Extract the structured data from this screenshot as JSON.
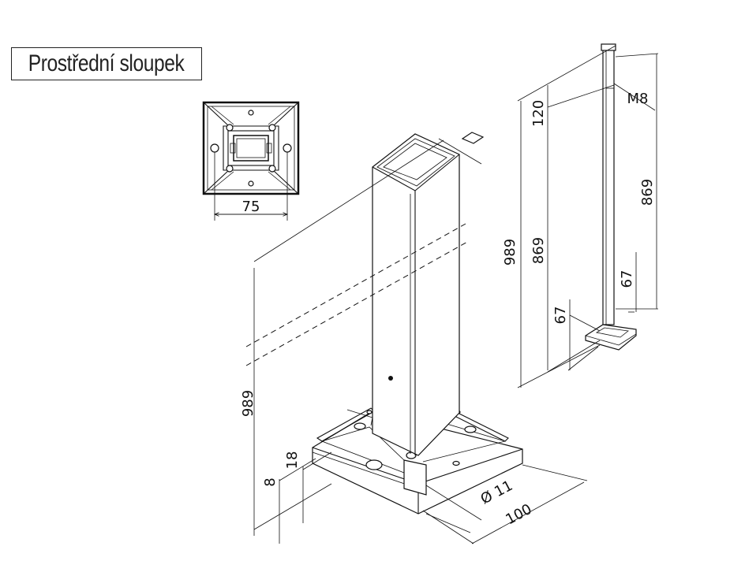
{
  "title": "Prostřední sloupek",
  "top_view": {
    "width_label": "75"
  },
  "iso_view": {
    "height_label": "989",
    "base_18_label": "18",
    "base_8_label": "8",
    "hole_label": "Ø 11",
    "plate_label": "100"
  },
  "side_view": {
    "thread_label": "M8",
    "top_label": "120",
    "total_label": "989",
    "mid_label": "869",
    "right_label": "869",
    "bottom_left_label": "67",
    "bottom_right_label": "67"
  },
  "colors": {
    "line": "#111111",
    "background": "#ffffff"
  }
}
